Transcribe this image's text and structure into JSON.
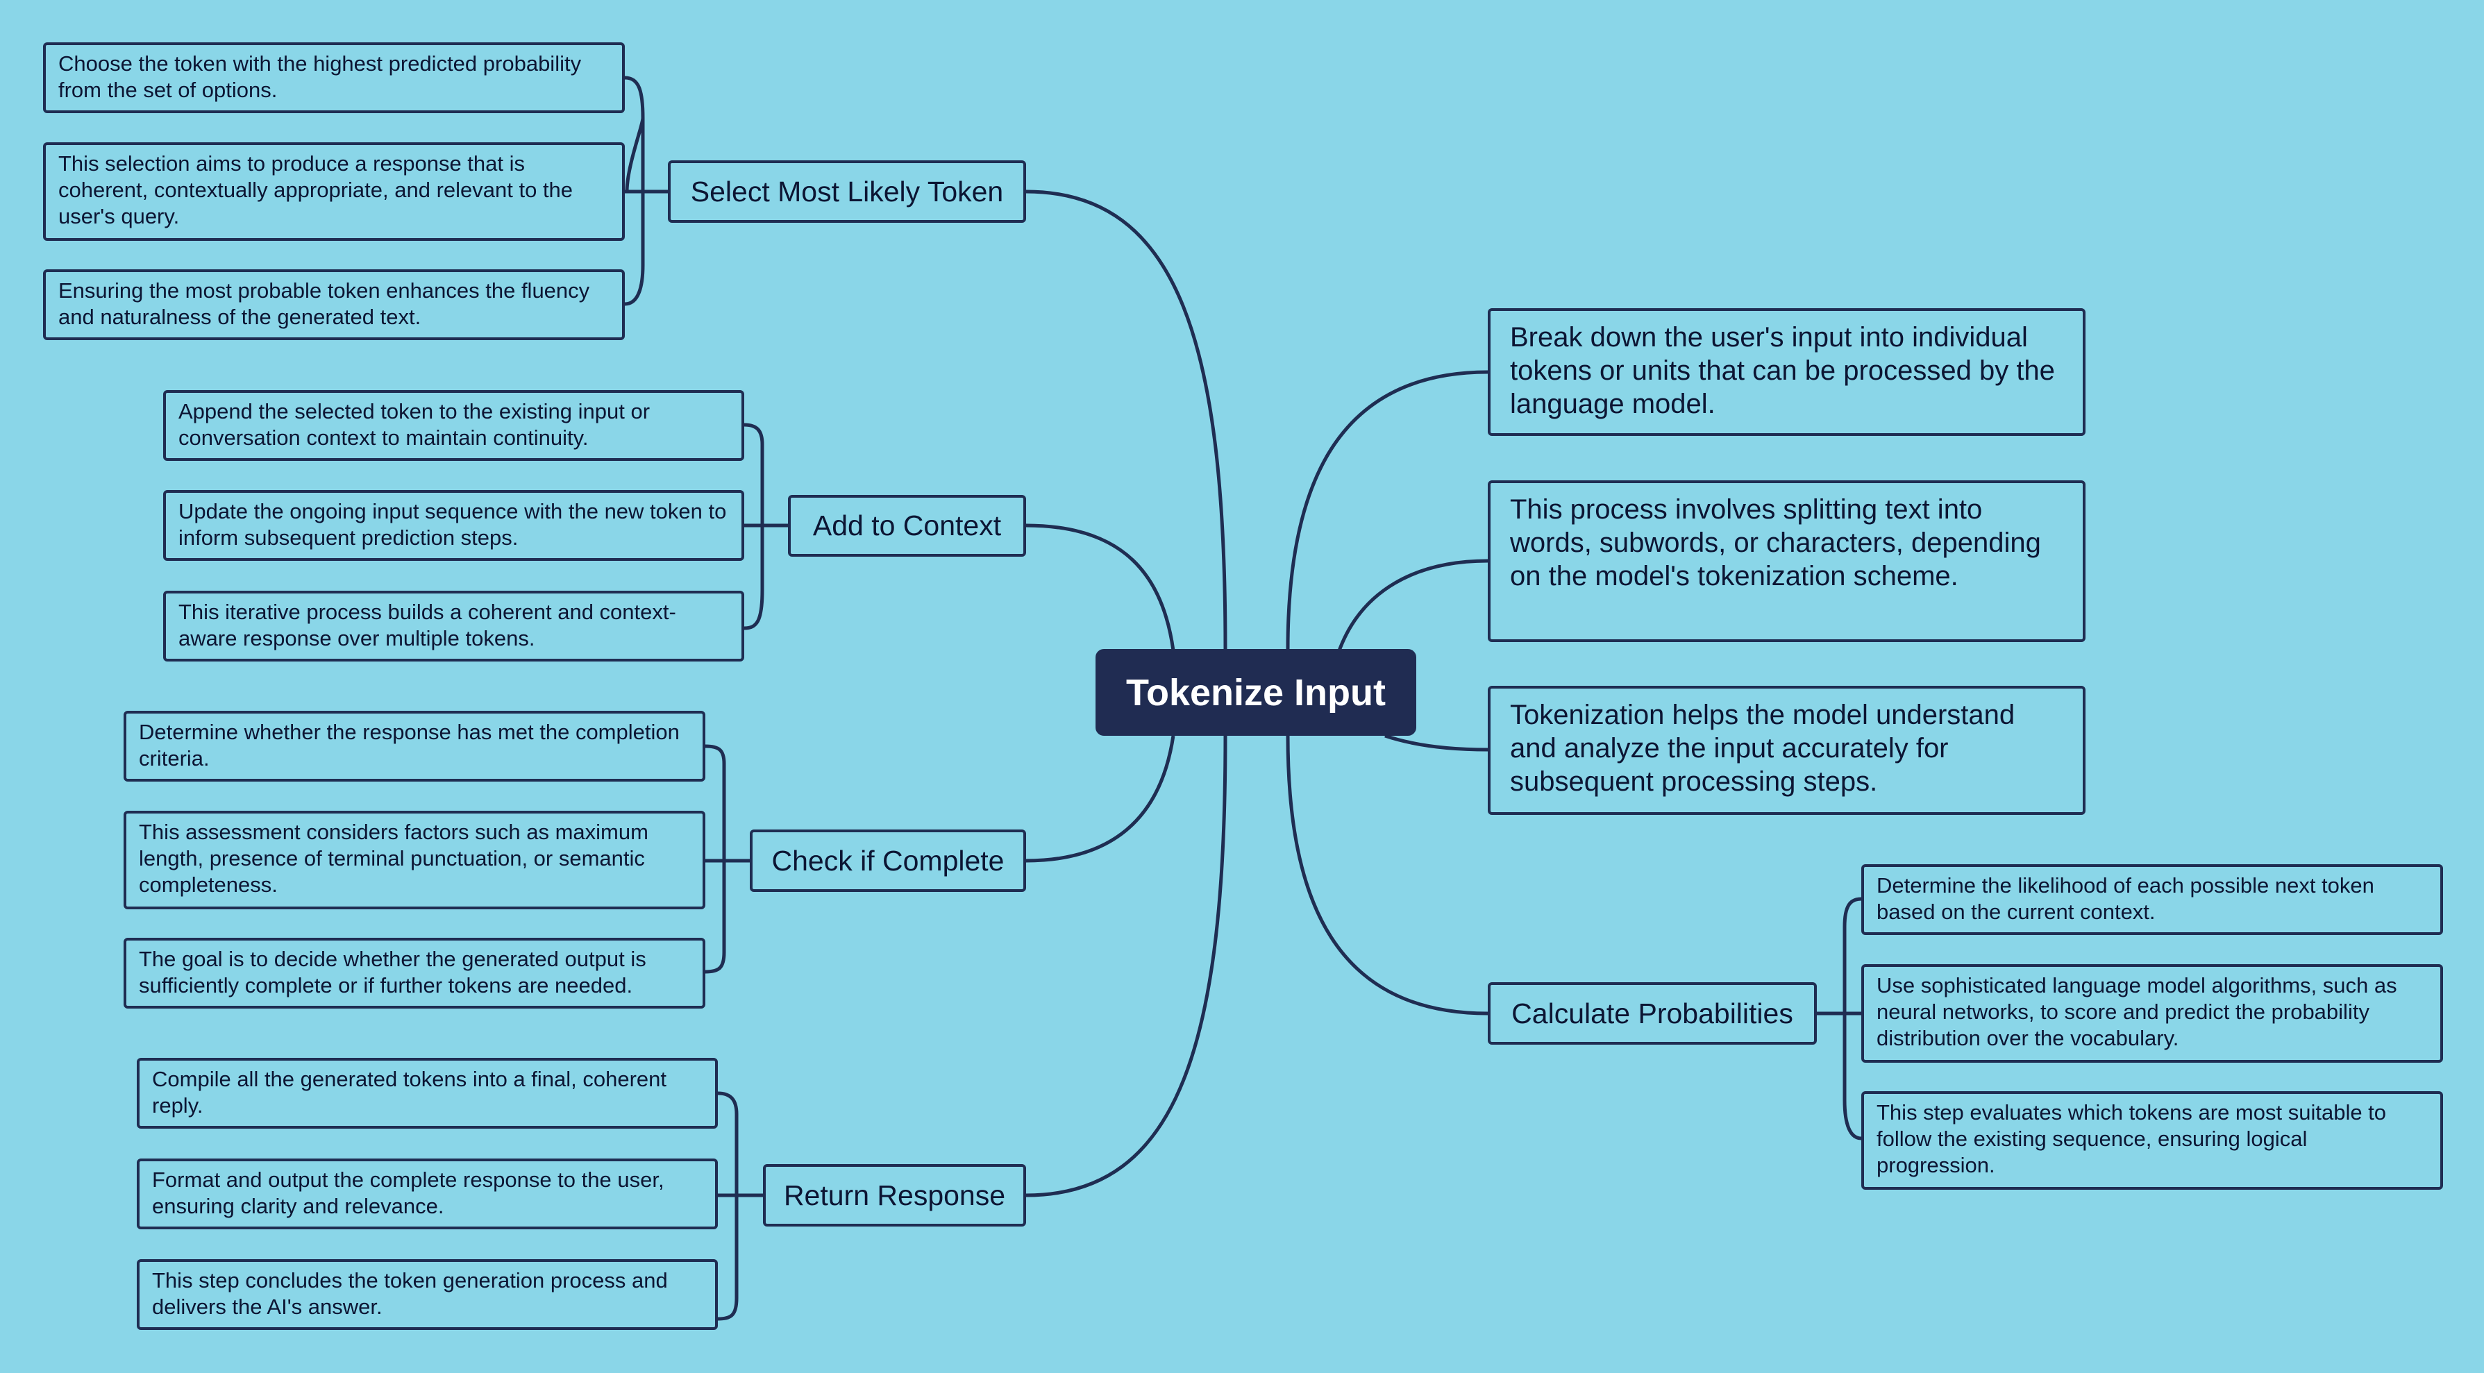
{
  "central": {
    "label": "Tokenize Input"
  },
  "colors": {
    "background": "#8ad6e8",
    "line": "#1f2d52",
    "central_fill": "#202c52",
    "central_text": "#ffffff"
  },
  "left_branches": [
    {
      "label": "Select Most Likely Token",
      "details": [
        "Choose the token with the highest predicted probability from the set of options.",
        "This selection aims to produce a response that is coherent, contextually appropriate, and relevant to the user's query.",
        "Ensuring the most probable token enhances the fluency and naturalness of the generated text."
      ]
    },
    {
      "label": "Add to Context",
      "details": [
        "Append the selected token to the existing input or conversation context to maintain continuity.",
        "Update the ongoing input sequence with the new token to inform subsequent prediction steps.",
        "This iterative process builds a coherent and context-aware response over multiple tokens."
      ]
    },
    {
      "label": "Check if Complete",
      "details": [
        "Determine whether the response has met the completion criteria.",
        "This assessment considers factors such as maximum length, presence of terminal punctuation, or semantic completeness.",
        "The goal is to decide whether the generated output is sufficiently complete or if further tokens are needed."
      ]
    },
    {
      "label": "Return Response",
      "details": [
        "Compile all the generated tokens into a final, coherent reply.",
        "Format and output the complete response to the user, ensuring clarity and relevance.",
        "This step concludes the token generation process and delivers the AI's answer."
      ]
    }
  ],
  "right_topics": [
    "Break down the user's input into individual tokens or units that can be processed by the language model.",
    "This process involves splitting text into words, subwords, or characters, depending on the model's tokenization scheme.",
    "Tokenization helps the model understand and analyze the input accurately for subsequent processing steps."
  ],
  "right_branch": {
    "label": "Calculate Probabilities",
    "details": [
      "Determine the likelihood of each possible next token based on the current context.",
      "Use sophisticated language model algorithms, such as neural networks, to score and predict the probability distribution over the vocabulary.",
      "This step evaluates which tokens are most suitable to follow the existing sequence, ensuring logical progression."
    ]
  }
}
